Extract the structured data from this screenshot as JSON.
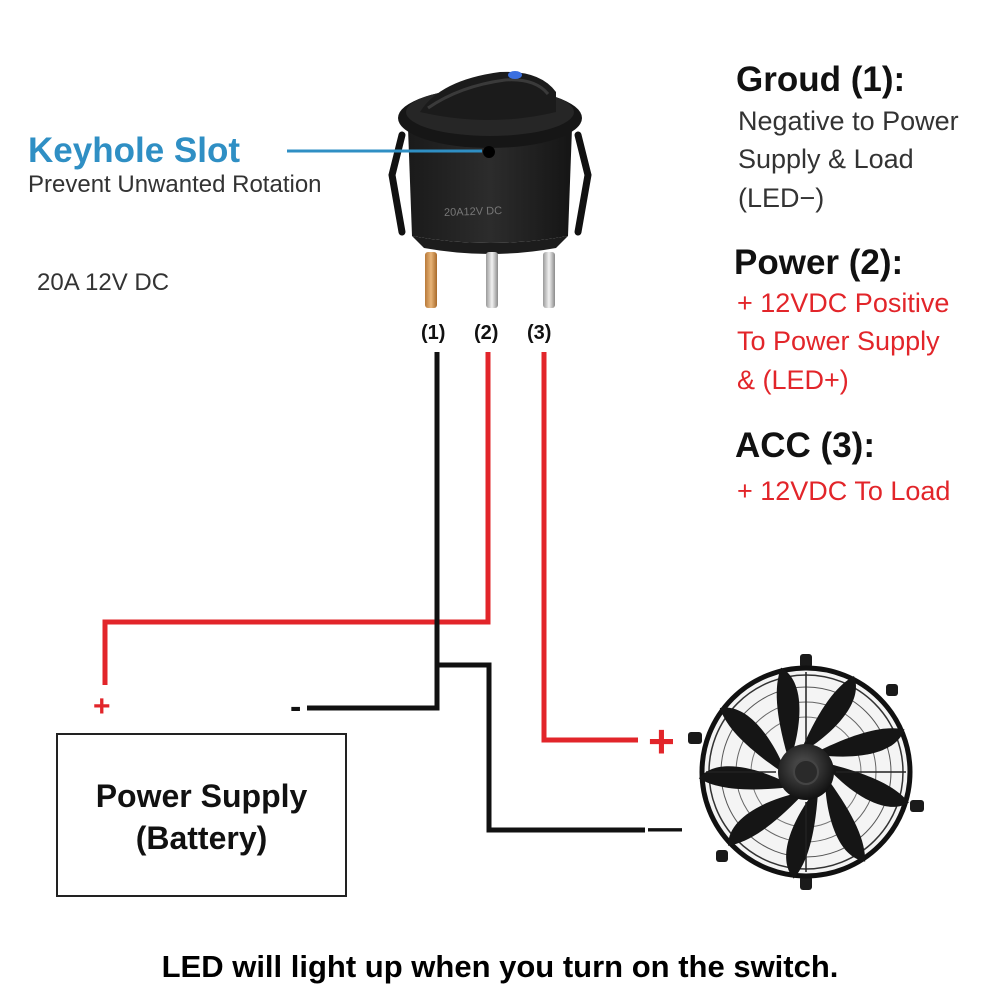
{
  "keyhole": {
    "title": "Keyhole Slot",
    "subtitle": "Prevent Unwanted Rotation"
  },
  "rating": "20A 12V DC",
  "switch_stamp": "20A12V DC",
  "pins": [
    "(1)",
    "(2)",
    "(3)"
  ],
  "legend": {
    "ground": {
      "title": "Groud (1):",
      "lines": [
        "Negative to Power",
        "Supply & Load",
        "(LED−)"
      ]
    },
    "power": {
      "title": "Power (2):",
      "lines": [
        "+ 12VDC Positive",
        "To Power Supply",
        "& (LED+)"
      ]
    },
    "acc": {
      "title": "ACC (3):",
      "lines": [
        "+ 12VDC To Load"
      ]
    }
  },
  "battery": {
    "line1": "Power Supply",
    "line2": "(Battery)"
  },
  "terminals": {
    "battery_plus": "+",
    "battery_minus": "-",
    "fan_plus": "+",
    "fan_minus": "—"
  },
  "caption": "LED will light up when you turn on the switch.",
  "colors": {
    "wire_red": "#e2252a",
    "wire_black": "#111111",
    "accent_blue": "#2f8fc4",
    "text_red": "#e2252a"
  }
}
